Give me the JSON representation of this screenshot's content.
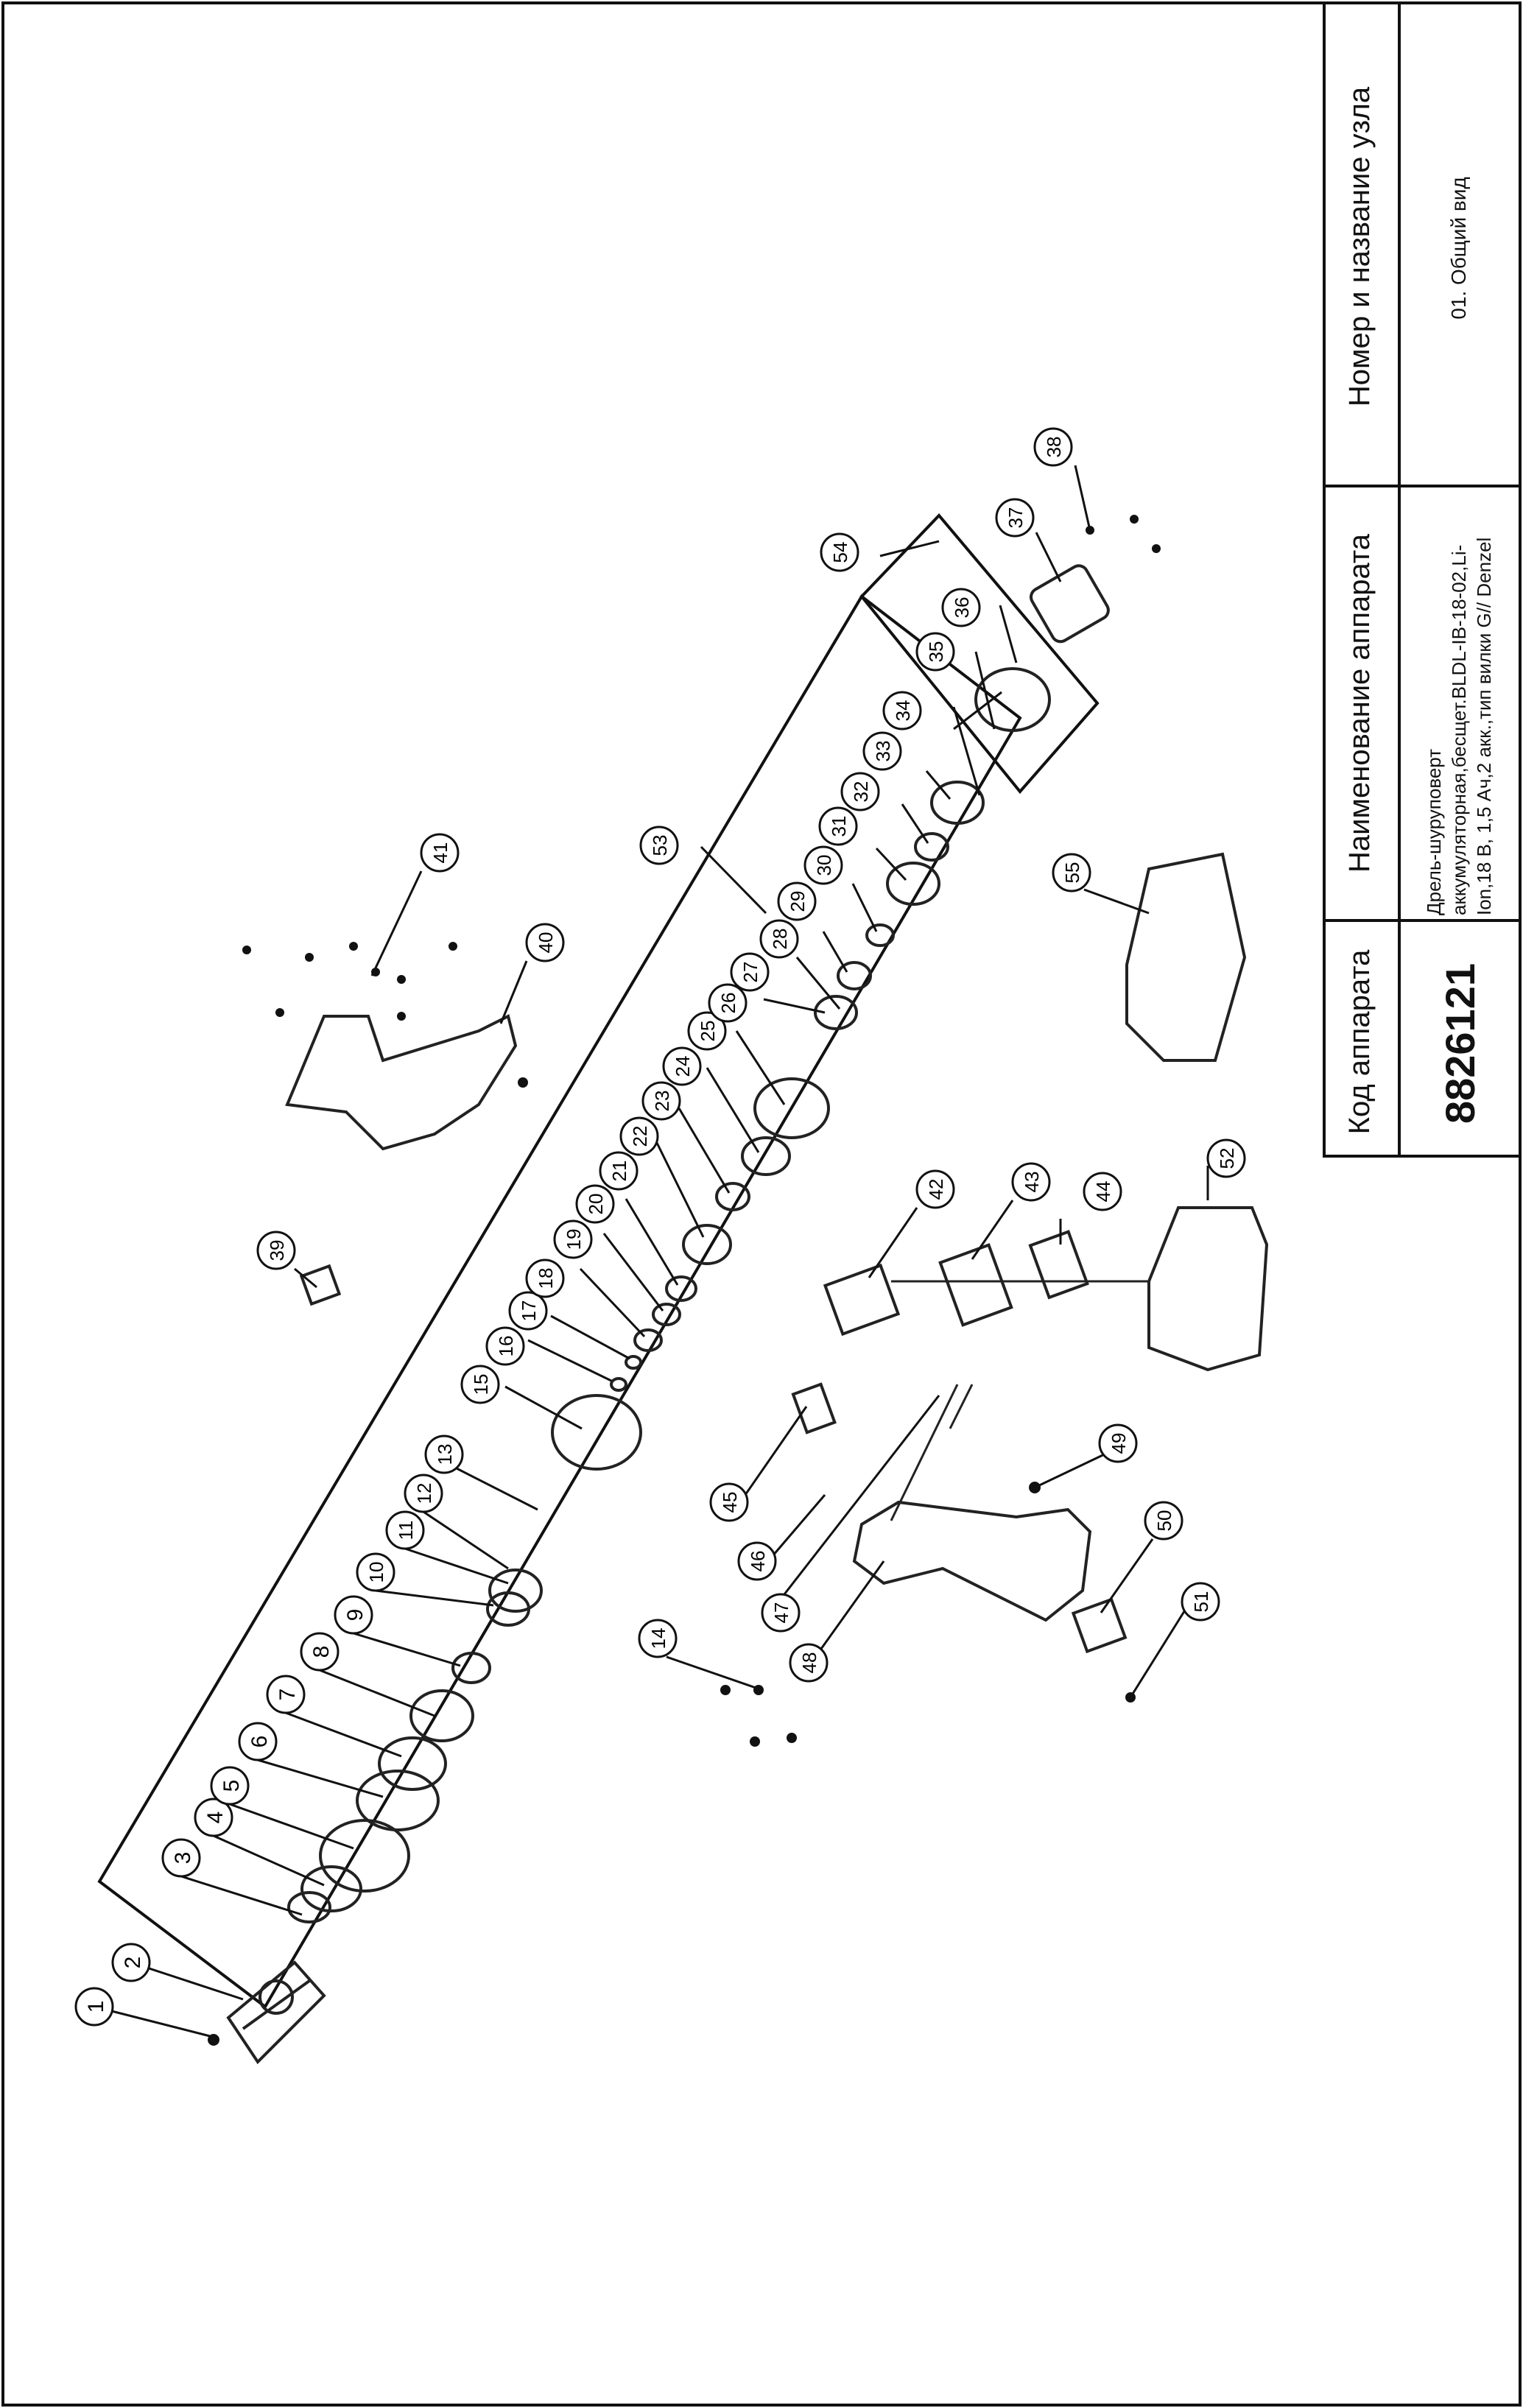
{
  "title_block": {
    "col_code_header": "Код аппарата",
    "col_code_value": "8826121",
    "col_name_header": "Наименование аппарата",
    "col_name_value": "Дрель-шуруповерт аккумуляторная,бесщет.BLDL-IB-18-02,Li-Ion,18 В, 1,5 Ач,2 акк.,тип вилки G// Denzel",
    "col_node_header": "Номер и название узла",
    "col_node_value": "01. Общий вид"
  },
  "callouts": [
    "1",
    "2",
    "3",
    "4",
    "5",
    "6",
    "7",
    "8",
    "9",
    "10",
    "11",
    "12",
    "13",
    "14",
    "15",
    "16",
    "17",
    "18",
    "19",
    "20",
    "21",
    "22",
    "23",
    "24",
    "25",
    "26",
    "27",
    "28",
    "29",
    "30",
    "31",
    "32",
    "33",
    "34",
    "35",
    "36",
    "37",
    "38",
    "39",
    "40",
    "41",
    "42",
    "43",
    "44",
    "45",
    "46",
    "47",
    "48",
    "49",
    "50",
    "51",
    "52",
    "53",
    "54",
    "55"
  ]
}
